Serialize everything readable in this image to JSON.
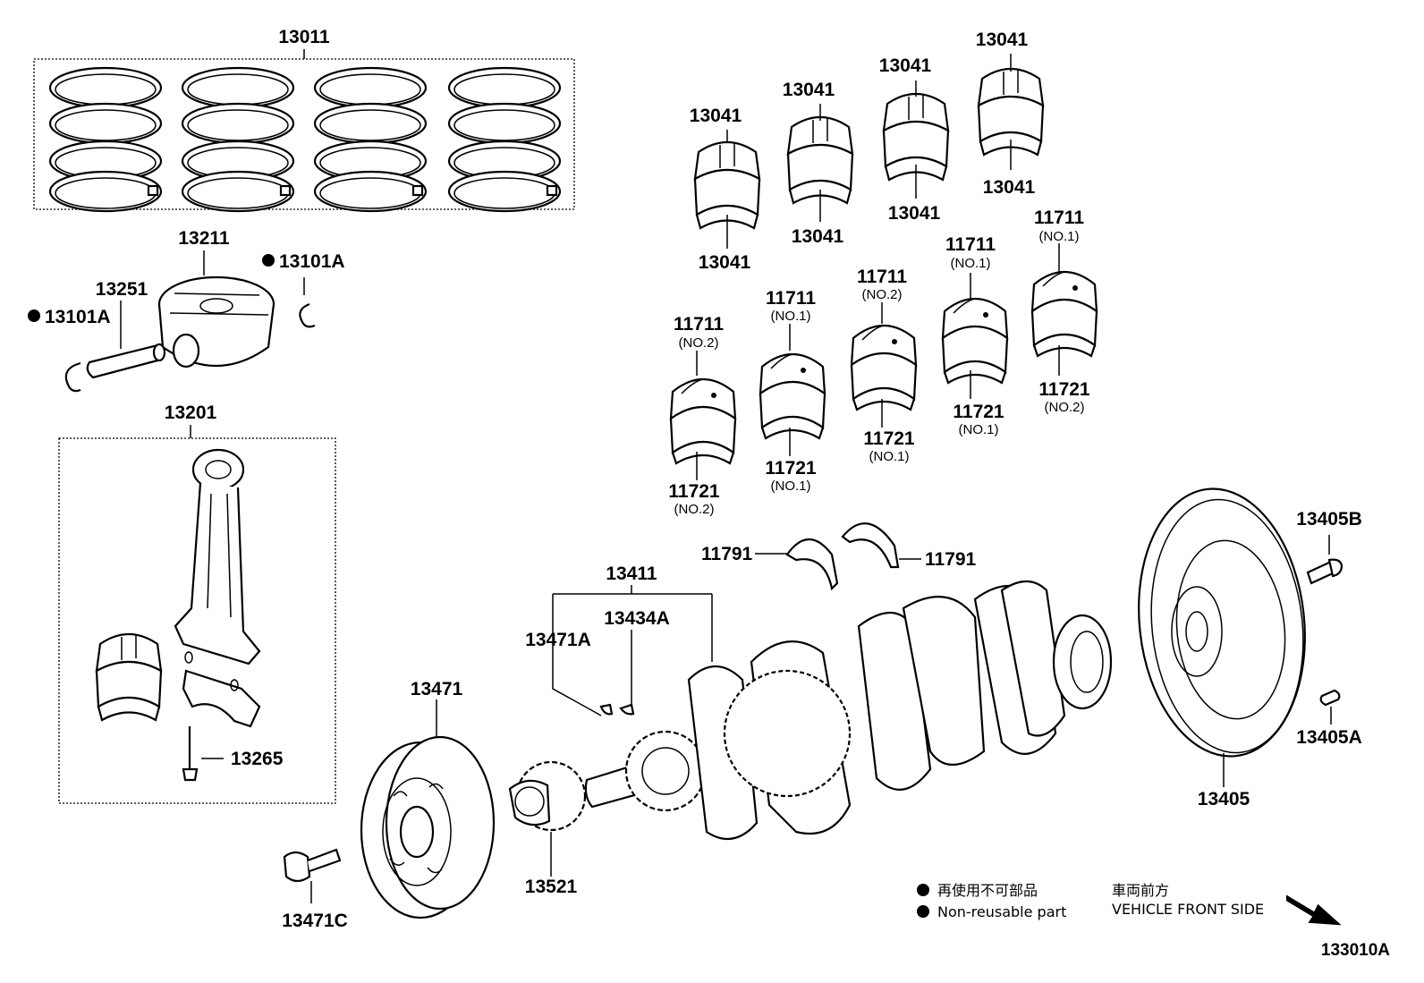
{
  "callouts": {
    "c13011": "13011",
    "c13211": "13211",
    "c13101A_right": "13101A",
    "c13251": "13251",
    "c13101A_left": "13101A",
    "c13201": "13201",
    "c13265": "13265",
    "c13041": "13041",
    "c11711": "11711",
    "c11721": "11721",
    "no1": "(NO.1)",
    "no2": "(NO.2)",
    "c11791": "11791",
    "c13411": "13411",
    "c13434A": "13434A",
    "c13471A": "13471A",
    "c13471": "13471",
    "c13471C": "13471C",
    "c13521": "13521",
    "c13405": "13405",
    "c13405A": "13405A",
    "c13405B": "13405B"
  },
  "legend": {
    "jp_nonreusable": "再使用不可部品",
    "en_nonreusable": "Non-reusable part",
    "jp_front": "車両前方",
    "en_front": "VEHICLE FRONT SIDE"
  },
  "figure_id": "133010A"
}
